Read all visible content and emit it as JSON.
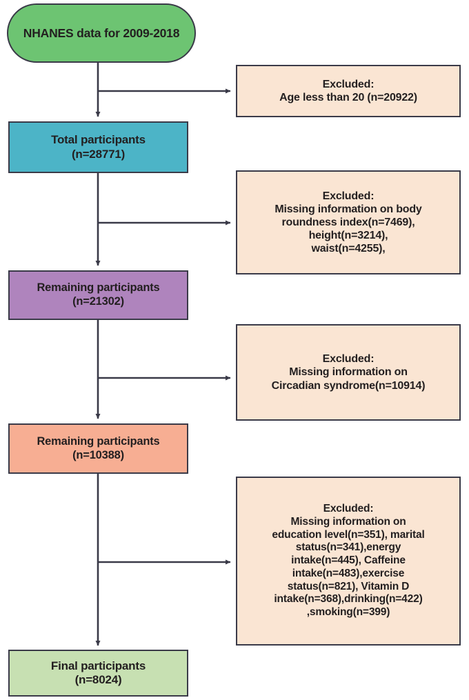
{
  "figure": {
    "type": "flowchart",
    "title": "NHANES participant selection flow diagram",
    "colors": {
      "start_fill": "#6dc472",
      "total_fill": "#4cb4c7",
      "remaining1_fill": "#af84bd",
      "remaining2_fill": "#f7ae93",
      "final_fill": "#c7e0b2",
      "excluded_fill": "#fae5d3",
      "border": "#3a3a48",
      "text": "#231f20",
      "connector": "#3a3a48",
      "background": "#ffffff"
    }
  },
  "nodes": {
    "start": {
      "lines": [
        "NHANES data for 2009-2018"
      ],
      "shape": "rounded-rectangle"
    },
    "total": {
      "lines": [
        "Total participants",
        "(n=28771)"
      ],
      "count": 28771
    },
    "remaining1": {
      "lines": [
        "Remaining participants",
        "(n=21302)"
      ],
      "count": 21302
    },
    "remaining2": {
      "lines": [
        "Remaining participants",
        "(n=10388)"
      ],
      "count": 10388
    },
    "final": {
      "lines": [
        "Final participants",
        "(n=8024)"
      ],
      "count": 8024
    }
  },
  "exclusions": [
    {
      "lines": [
        "Excluded:",
        "Age less than 20 (n=20922)"
      ],
      "total": 20922
    },
    {
      "lines": [
        "Excluded:",
        "Missing information on body",
        "roundness index(n=7469),",
        "height(n=3214),",
        "waist(n=4255),"
      ],
      "items": [
        {
          "label": "body roundness index",
          "n": 7469
        },
        {
          "label": "height",
          "n": 3214
        },
        {
          "label": "waist",
          "n": 4255
        }
      ]
    },
    {
      "lines": [
        "Excluded:",
        "Missing information on",
        "Circadian syndrome(n=10914)"
      ],
      "items": [
        {
          "label": "Circadian syndrome",
          "n": 10914
        }
      ]
    },
    {
      "lines": [
        "Excluded:",
        "Missing information on",
        "education level(n=351), marital",
        "status(n=341),energy",
        "intake(n=445), Caffeine",
        "intake(n=483),exercise",
        "status(n=821), Vitamin D",
        "intake(n=368),drinking(n=422)",
        ",smoking(n=399)"
      ],
      "items": [
        {
          "label": "education level",
          "n": 351
        },
        {
          "label": "marital status",
          "n": 341
        },
        {
          "label": "energy intake",
          "n": 445
        },
        {
          "label": "Caffeine intake",
          "n": 483
        },
        {
          "label": "exercise status",
          "n": 821
        },
        {
          "label": "Vitamin D intake",
          "n": 368
        },
        {
          "label": "drinking",
          "n": 422
        },
        {
          "label": "smoking",
          "n": 399
        }
      ]
    }
  ]
}
